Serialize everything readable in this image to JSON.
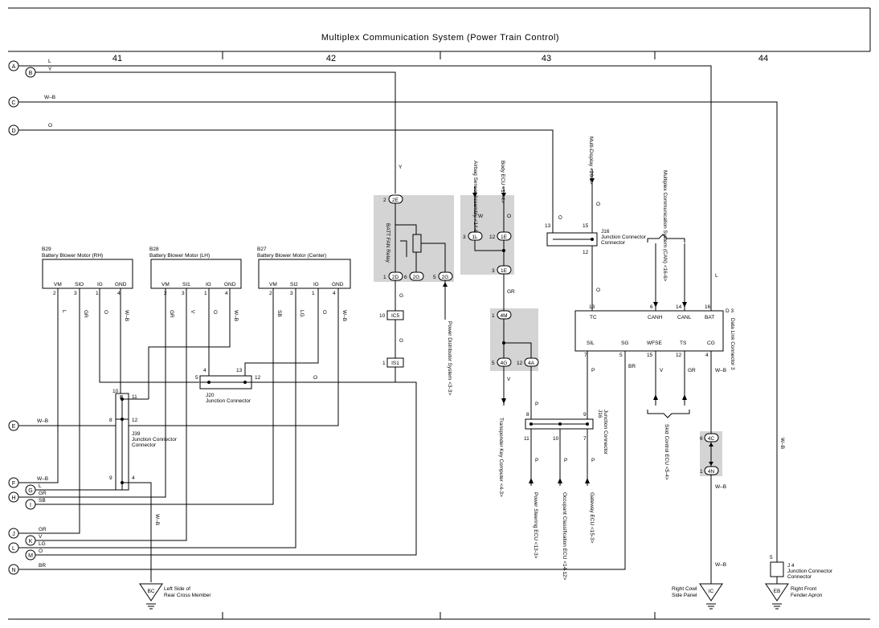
{
  "title": "Multiplex Communication System (Power Train Control)",
  "sections": [
    "41",
    "42",
    "43",
    "44"
  ],
  "left_terminals": [
    {
      "id": "A",
      "wire": "L"
    },
    {
      "id": "B",
      "wire": "Y"
    },
    {
      "id": "C",
      "wire": "W–B"
    },
    {
      "id": "D",
      "wire": "O"
    },
    {
      "id": "E",
      "wire": "W–B"
    },
    {
      "id": "F",
      "wire": "W–B"
    },
    {
      "id": "G",
      "wire": "L"
    },
    {
      "id": "H",
      "wire": "GR"
    },
    {
      "id": "I",
      "wire": "SB"
    },
    {
      "id": "J",
      "wire": "GR"
    },
    {
      "id": "K",
      "wire": "V"
    },
    {
      "id": "L",
      "wire": "LG"
    },
    {
      "id": "M",
      "wire": "O"
    },
    {
      "id": "N",
      "wire": "BR"
    }
  ],
  "motors": [
    {
      "code": "B29",
      "name": "Battery Blower Motor (RH)",
      "pins": [
        "VM",
        "SIO",
        "IG",
        "GND"
      ],
      "nums": [
        "2",
        "3",
        "1",
        "4"
      ],
      "wires": [
        "L",
        "GR",
        "O",
        "W–B"
      ]
    },
    {
      "code": "B28",
      "name": "Battery Blower Motor (LH)",
      "pins": [
        "VM",
        "SI1",
        "IG",
        "GND"
      ],
      "nums": [
        "2",
        "3",
        "1",
        "4"
      ],
      "wires": [
        "GR",
        "V",
        "O",
        "W–B"
      ]
    },
    {
      "code": "B27",
      "name": "Battery Blower Motor (Center)",
      "pins": [
        "VM",
        "SI2",
        "IG",
        "GND"
      ],
      "nums": [
        "2",
        "3",
        "1",
        "4"
      ],
      "wires": [
        "SB",
        "LG",
        "O",
        "W–B"
      ]
    }
  ],
  "j20": {
    "code": "J20",
    "label": "Junction Connector",
    "pins": [
      "5",
      "4",
      "13",
      "12"
    ],
    "wire": "O"
  },
  "j39": {
    "code": "J39",
    "label": "Junction Connector",
    "pins": [
      "10",
      "11",
      "8",
      "12",
      "9",
      "4"
    ],
    "wire": "W–B"
  },
  "relay": {
    "name": "BATT FAN Relay",
    "pins": [
      {
        "n": "2",
        "c": "2E"
      },
      {
        "n": "1",
        "c": "2D"
      },
      {
        "n": "6",
        "c": "2G"
      },
      {
        "n": "5",
        "c": "2G"
      }
    ],
    "wire_in": "Y",
    "wire_out": "G"
  },
  "ic5": {
    "pin": "10",
    "code": "IC5"
  },
  "is1": {
    "pin": "1",
    "code": "IS1"
  },
  "power_dist": "Power Distributor System <3-3>",
  "airbag": "Airbag Sensor Assembly <14-6>",
  "body_ecu": "Body ECU <17-4>",
  "multi_display": "Multi-Display <26-3>",
  "canbus": "Multiplex Communication System (CAN) <16-6>",
  "mid_conn": {
    "p1": "3",
    "c1": "1L",
    "p2": "12",
    "c2": "1E",
    "p3": "3",
    "c3": "1E",
    "w1": "W",
    "w2": "O",
    "w3": "GR"
  },
  "j16_top": {
    "code": "J16",
    "label": "Junction Connector",
    "p_in": "13",
    "p_a": "15",
    "p_b": "12",
    "w": "O"
  },
  "dlc": {
    "code": "D 3",
    "name": "Data Link Connector 3",
    "top_pins": [
      {
        "n": "13",
        "l": "TC"
      },
      {
        "n": "6",
        "l": "CANH"
      },
      {
        "n": "14",
        "l": "CANL"
      },
      {
        "n": "16",
        "l": "BAT"
      }
    ],
    "bottom_pins": [
      {
        "n": "7",
        "l": "SIL"
      },
      {
        "n": "5",
        "l": "SG"
      },
      {
        "n": "15",
        "l": "WFSE"
      },
      {
        "n": "12",
        "l": "TS"
      },
      {
        "n": "4",
        "l": "CG"
      }
    ],
    "bat_wire": "L"
  },
  "conn_4m": {
    "pin1": "1",
    "c1": "4M",
    "pin2": "5",
    "c2": "4G",
    "pin3": "12",
    "c3": "4A",
    "w1": "V",
    "w2": "P"
  },
  "transponder": "Transponder Key Computer <4-3>",
  "j16_bottom": {
    "code": "J16",
    "label": "Junction Connector",
    "pins": [
      "8",
      "9",
      "11",
      "10",
      "7"
    ],
    "w": "P"
  },
  "power_steering": "Power Steering ECU <13-3>",
  "occupant": "Occupant Classification ECU <14-12>",
  "gateway": "Gateway ECU <15-3>",
  "skid": "Skid Control ECU <5-4>",
  "wires_dlc": {
    "sil": "P",
    "sg": "BR",
    "wfse": "V",
    "ts": "GR",
    "cg": "W–B"
  },
  "conn_4c": {
    "p1": "6",
    "c1": "4C",
    "p2": "1",
    "c2": "4N",
    "w": "W–B"
  },
  "j4": {
    "code": "J 4",
    "label": "Junction Connector",
    "pin": "5",
    "w": "W–B"
  },
  "grounds": [
    {
      "code": "BC",
      "label1": "Left Side of",
      "label2": "Rear Cross Member"
    },
    {
      "code": "IC",
      "label1": "Right Cowl",
      "label2": "Side Panel"
    },
    {
      "code": "EB",
      "label1": "Right Front",
      "label2": "Fender Apron"
    }
  ]
}
